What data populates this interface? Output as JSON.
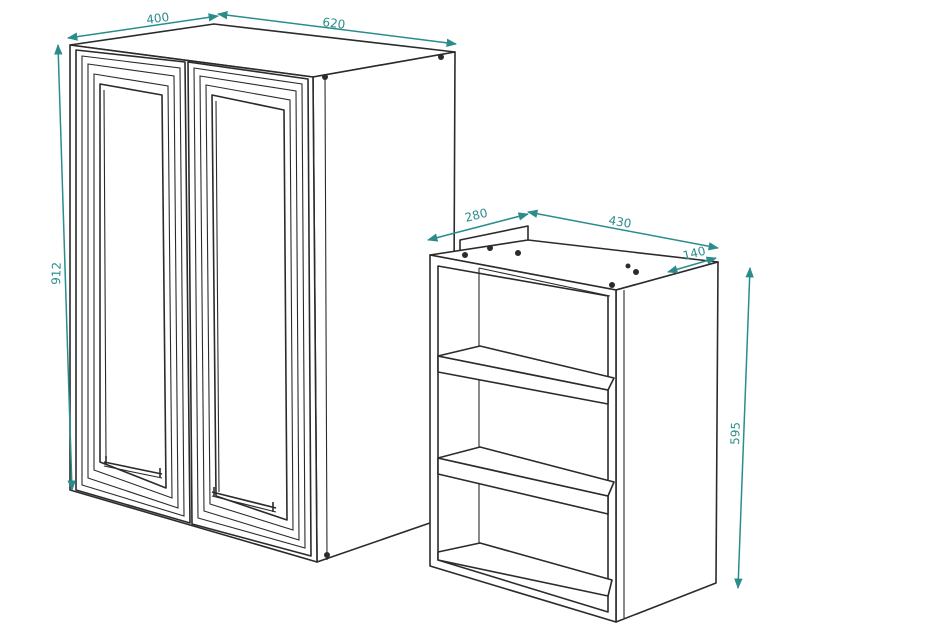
{
  "colors": {
    "dimension": "#2b8c8c",
    "line": "#2b2b2b",
    "background": "#ffffff"
  },
  "left_cabinet": {
    "type": "wall cabinet with two framed doors",
    "dimensions": {
      "width": "400",
      "depth": "620",
      "height": "912"
    }
  },
  "right_cabinet": {
    "type": "open shelf unit",
    "dimensions": {
      "depth": "280",
      "width": "430",
      "offset": "140",
      "height": "595"
    }
  }
}
